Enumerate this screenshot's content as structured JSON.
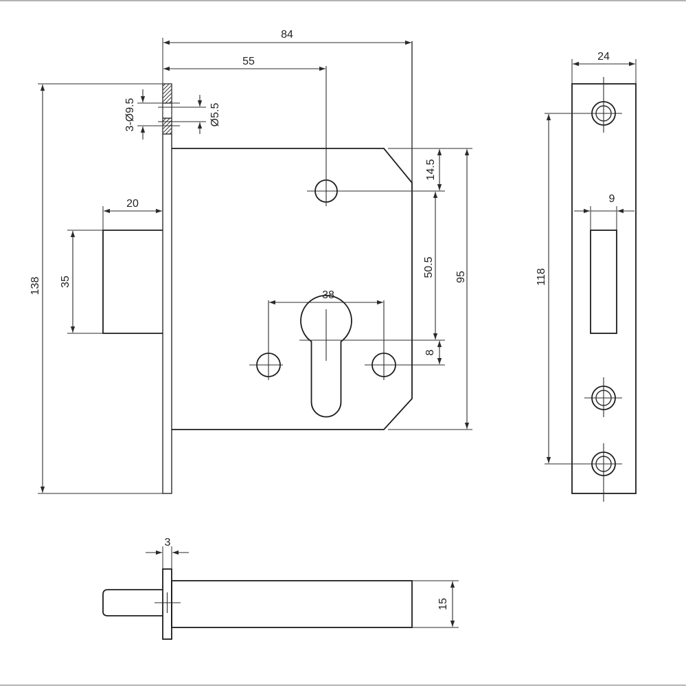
{
  "drawing": {
    "front_view": {
      "dim_overall_width": "84",
      "dim_to_spindle": "55",
      "dim_hole_counterbore": "3-Ø9.5",
      "dim_hole_through": "Ø5.5",
      "dim_bolt_projection": "20",
      "dim_bolt_height": "35",
      "dim_forend_length": "138",
      "dim_top_to_spindle": "14.5",
      "dim_spindle_to_cylinder": "50.5",
      "dim_case_height": "95",
      "dim_screw_spacing": "38",
      "dim_cylinder_offset": "8"
    },
    "side_view": {
      "dim_plate_width": "24",
      "dim_slot_width": "9",
      "dim_hole_spacing": "118"
    },
    "bolt_view": {
      "dim_flange_thickness": "3",
      "dim_bolt_diameter": "15"
    }
  },
  "colors": {
    "line": "#2a2a2a",
    "hatch": "#333333",
    "frame": "#9a9a9a",
    "background": "#ffffff"
  }
}
